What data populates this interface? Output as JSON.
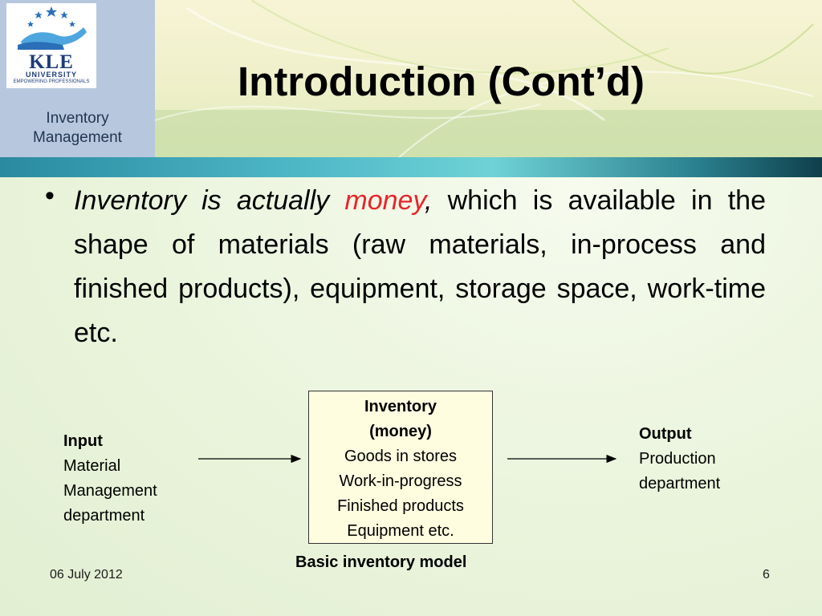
{
  "header": {
    "logo": {
      "name": "KLE",
      "university": "UNIVERSITY",
      "tagline": "EMPOWERING PROFESSIONALS"
    },
    "section": [
      "Inventory",
      "Management"
    ],
    "title": "Introduction (Cont’d)"
  },
  "bullet": {
    "lead": "Inventory is actually ",
    "highlight": "money",
    "comma": ",",
    "rest": " which is available in the shape of materials (raw materials, in-process and finished products), equipment, storage space, work-time etc."
  },
  "diagram": {
    "input": {
      "title": "Input",
      "lines": [
        "Material",
        "Management",
        "department"
      ]
    },
    "center": {
      "title_lines": [
        "Inventory",
        "(money)"
      ],
      "lines": [
        "Goods in stores",
        "Work-in-progress",
        "Finished products",
        "Equipment etc."
      ]
    },
    "output": {
      "title": "Output",
      "lines": [
        "Production",
        "department"
      ]
    },
    "caption": "Basic inventory model"
  },
  "footer": {
    "date": "06 July 2012",
    "page": "6"
  },
  "colors": {
    "highlight": "#e8252b",
    "accent_bar": "#4cb6c6",
    "box_fill": "#fffde0"
  }
}
